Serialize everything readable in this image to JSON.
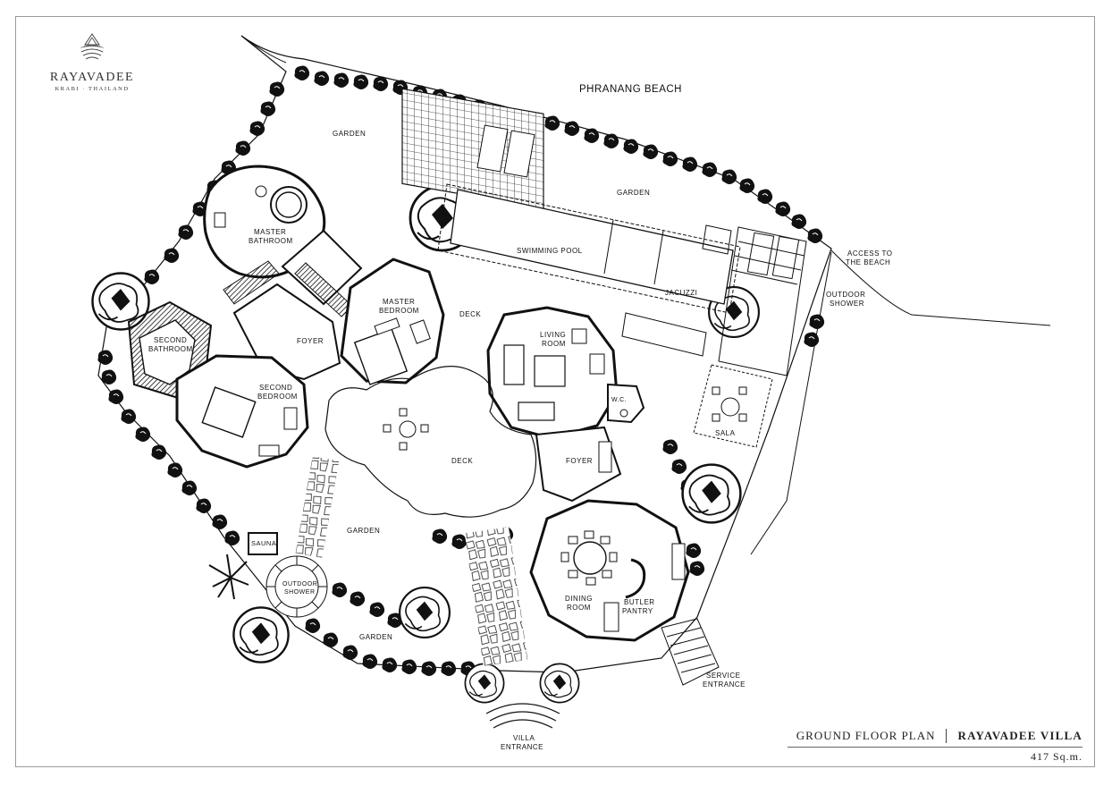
{
  "brand": {
    "name": "RAYAVADEE",
    "location": "KRABI · THAILAND"
  },
  "title": {
    "plan": "GROUND FLOOR PLAN",
    "villa": "RAYAVADEE VILLA",
    "area": "417 Sq.m."
  },
  "labels": {
    "beach": "PHRANANG BEACH",
    "garden_top_left": "GARDEN",
    "garden_top_right": "GARDEN",
    "garden_middle": "GARDEN",
    "garden_bottom": "GARDEN",
    "master_bathroom_1": "MASTER",
    "master_bathroom_2": "BATHROOM",
    "master_bedroom_1": "MASTER",
    "master_bedroom_2": "BEDROOM",
    "second_bathroom_1": "SECOND",
    "second_bathroom_2": "BATHROOM",
    "second_bedroom_1": "SECOND",
    "second_bedroom_2": "BEDROOM",
    "foyer_left": "FOYER",
    "foyer_right": "FOYER",
    "deck_top": "DECK",
    "deck_middle": "DECK",
    "swimming_pool": "SWIMMING POOL",
    "jacuzzi": "JACUZZI",
    "living_room_1": "LIVING",
    "living_room_2": "ROOM",
    "wc": "W.C.",
    "sala": "SALA",
    "access_1": "ACCESS TO",
    "access_2": "THE BEACH",
    "outdoor_shower_right_1": "OUTDOOR",
    "outdoor_shower_right_2": "SHOWER",
    "sauna": "SAUNA",
    "outdoor_shower_left_1": "OUTDOOR",
    "outdoor_shower_left_2": "SHOWER",
    "dining_room_1": "DINING",
    "dining_room_2": "ROOM",
    "butler_pantry_1": "BUTLER",
    "butler_pantry_2": "PANTRY",
    "service_entrance_1": "SERVICE",
    "service_entrance_2": "ENTRANCE",
    "villa_entrance_1": "VILLA",
    "villa_entrance_2": "ENTRANCE"
  }
}
